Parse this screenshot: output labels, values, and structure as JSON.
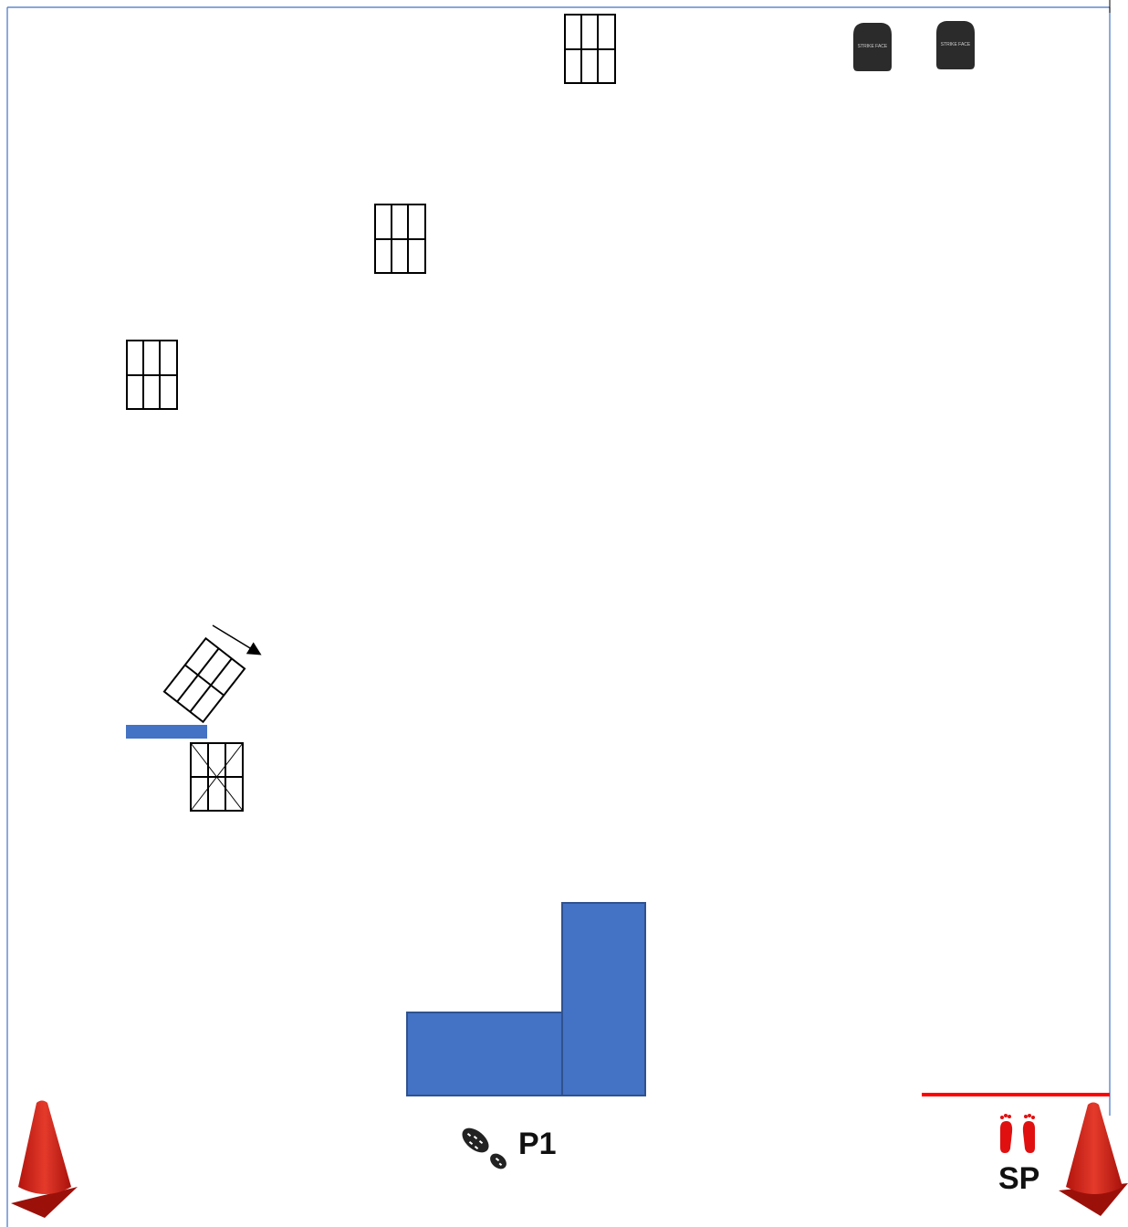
{
  "labels": {
    "player": "P1",
    "start": "SP"
  },
  "plates": {
    "text": "STRIKE FACE"
  },
  "icons": {
    "targets": "paper-target-icon",
    "steel": "armor-plate-icon",
    "cone": "traffic-cone-icon",
    "boot": "boot-print-icon",
    "feet": "footprints-icon"
  },
  "colors": {
    "barricade": "#4472C4",
    "border": "#4472C4",
    "start_line": "#FF0000",
    "cone": "#D9261C",
    "plate": "#2b2b2b",
    "target_line": "#000000"
  }
}
